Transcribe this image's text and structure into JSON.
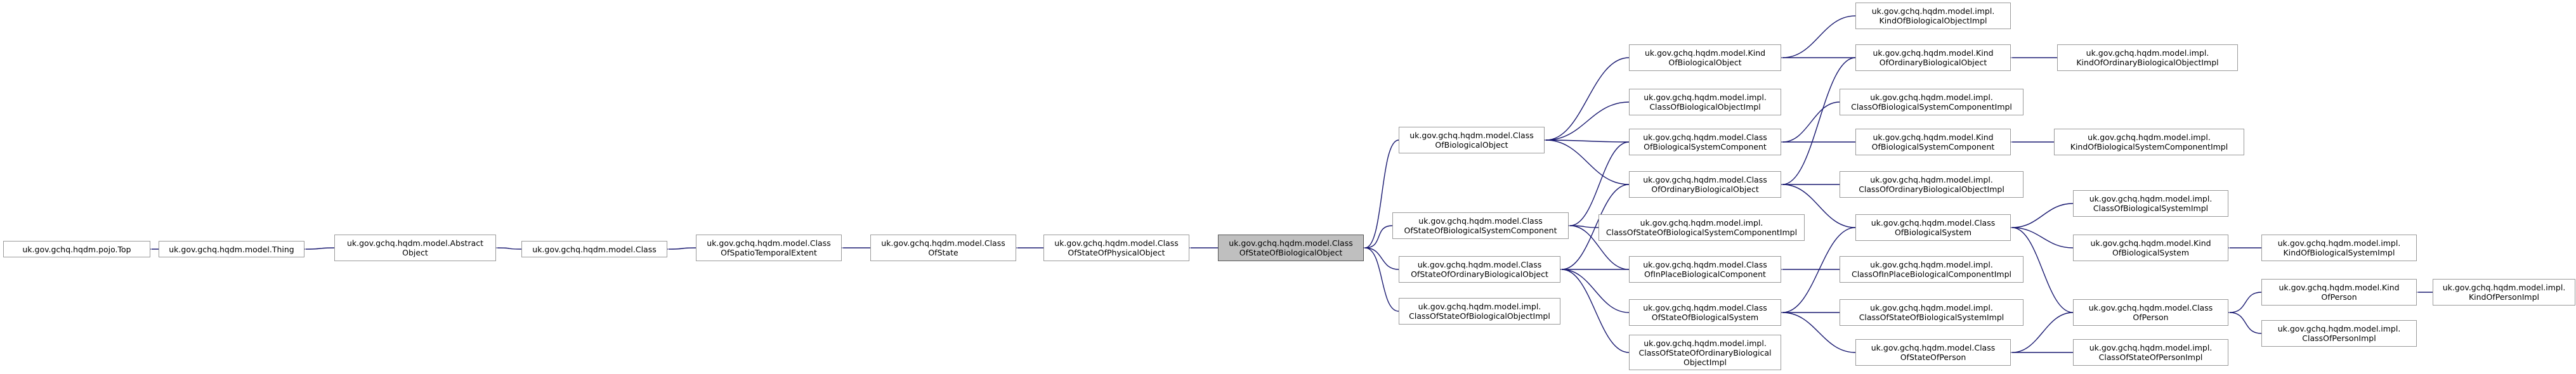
{
  "diagram": {
    "title": "",
    "colors": {
      "edge": "#191970",
      "node_border": "#9a9a9a",
      "current_fill": "#bfbfbf"
    },
    "nodes": [
      {
        "id": "top",
        "lines": [
          "uk.gov.gchq.hqdm.pojo.Top"
        ]
      },
      {
        "id": "thing",
        "lines": [
          "uk.gov.gchq.hqdm.model.Thing"
        ]
      },
      {
        "id": "abstractobject",
        "lines": [
          "uk.gov.gchq.hqdm.model.Abstract",
          "Object"
        ]
      },
      {
        "id": "class",
        "lines": [
          "uk.gov.gchq.hqdm.model.Class"
        ]
      },
      {
        "id": "cospatiotemporalextent",
        "lines": [
          "uk.gov.gchq.hqdm.model.Class",
          "OfSpatioTemporalExtent"
        ]
      },
      {
        "id": "cosstate",
        "lines": [
          "uk.gov.gchq.hqdm.model.Class",
          "OfState"
        ]
      },
      {
        "id": "cosphysicalobject",
        "lines": [
          "uk.gov.gchq.hqdm.model.Class",
          "OfStateOfPhysicalObject"
        ]
      },
      {
        "id": "cosbiologicalobject",
        "lines": [
          "uk.gov.gchq.hqdm.model.Class",
          "OfStateOfBiologicalObject"
        ],
        "current": true
      },
      {
        "id": "cobiologicalobject",
        "lines": [
          "uk.gov.gchq.hqdm.model.Class",
          "OfBiologicalObject"
        ]
      },
      {
        "id": "cosbiosyscomp",
        "lines": [
          "uk.gov.gchq.hqdm.model.Class",
          "OfStateOfBiologicalSystemComponent"
        ]
      },
      {
        "id": "cosordbioobj",
        "lines": [
          "uk.gov.gchq.hqdm.model.Class",
          "OfStateOfOrdinaryBiologicalObject"
        ]
      },
      {
        "id": "cosbioobjimpl",
        "lines": [
          "uk.gov.gchq.hqdm.model.impl.",
          "ClassOfStateOfBiologicalObjectImpl"
        ]
      },
      {
        "id": "kindbioobj",
        "lines": [
          "uk.gov.gchq.hqdm.model.Kind",
          "OfBiologicalObject"
        ]
      },
      {
        "id": "cobioobjimpl",
        "lines": [
          "uk.gov.gchq.hqdm.model.impl.",
          "ClassOfBiologicalObjectImpl"
        ]
      },
      {
        "id": "cobiosyscomp",
        "lines": [
          "uk.gov.gchq.hqdm.model.Class",
          "OfBiologicalSystemComponent"
        ]
      },
      {
        "id": "coordbioobj",
        "lines": [
          "uk.gov.gchq.hqdm.model.Class",
          "OfOrdinaryBiologicalObject"
        ]
      },
      {
        "id": "cosbiosyscompimpl",
        "lines": [
          "uk.gov.gchq.hqdm.model.impl.",
          "ClassOfStateOfBiologicalSystemComponentImpl"
        ]
      },
      {
        "id": "coinplacebiocomp",
        "lines": [
          "uk.gov.gchq.hqdm.model.Class",
          "OfInPlaceBiologicalComponent"
        ]
      },
      {
        "id": "cosbiosys",
        "lines": [
          "uk.gov.gchq.hqdm.model.Class",
          "OfStateOfBiologicalSystem"
        ]
      },
      {
        "id": "cosordbioobjimpl",
        "lines": [
          "uk.gov.gchq.hqdm.model.impl.",
          "ClassOfStateOfOrdinaryBiological",
          "ObjectImpl"
        ]
      },
      {
        "id": "kindbioobjimpl",
        "lines": [
          "uk.gov.gchq.hqdm.model.impl.",
          "KindOfBiologicalObjectImpl"
        ]
      },
      {
        "id": "kindordbioobj",
        "lines": [
          "uk.gov.gchq.hqdm.model.Kind",
          "OfOrdinaryBiologicalObject"
        ]
      },
      {
        "id": "cobiosyscompimpl",
        "lines": [
          "uk.gov.gchq.hqdm.model.impl.",
          "ClassOfBiologicalSystemComponentImpl"
        ]
      },
      {
        "id": "kindbiosyscomp",
        "lines": [
          "uk.gov.gchq.hqdm.model.Kind",
          "OfBiologicalSystemComponent"
        ]
      },
      {
        "id": "coordbioobjimpl",
        "lines": [
          "uk.gov.gchq.hqdm.model.impl.",
          "ClassOfOrdinaryBiologicalObjectImpl"
        ]
      },
      {
        "id": "cobiosys",
        "lines": [
          "uk.gov.gchq.hqdm.model.Class",
          "OfBiologicalSystem"
        ]
      },
      {
        "id": "coinplacebiocompimpl",
        "lines": [
          "uk.gov.gchq.hqdm.model.impl.",
          "ClassOfInPlaceBiologicalComponentImpl"
        ]
      },
      {
        "id": "cosbiosysimpl",
        "lines": [
          "uk.gov.gchq.hqdm.model.impl.",
          "ClassOfStateOfBiologicalSystemImpl"
        ]
      },
      {
        "id": "cosperson",
        "lines": [
          "uk.gov.gchq.hqdm.model.Class",
          "OfStateOfPerson"
        ]
      },
      {
        "id": "kindordbioobjimpl",
        "lines": [
          "uk.gov.gchq.hqdm.model.impl.",
          "KindOfOrdinaryBiologicalObjectImpl"
        ]
      },
      {
        "id": "kindbiosyscompimpl",
        "lines": [
          "uk.gov.gchq.hqdm.model.impl.",
          "KindOfBiologicalSystemComponentImpl"
        ]
      },
      {
        "id": "cobiosysimpl",
        "lines": [
          "uk.gov.gchq.hqdm.model.impl.",
          "ClassOfBiologicalSystemImpl"
        ]
      },
      {
        "id": "kindbiosys",
        "lines": [
          "uk.gov.gchq.hqdm.model.Kind",
          "OfBiologicalSystem"
        ]
      },
      {
        "id": "coperson",
        "lines": [
          "uk.gov.gchq.hqdm.model.Class",
          "OfPerson"
        ]
      },
      {
        "id": "cospersonimpl",
        "lines": [
          "uk.gov.gchq.hqdm.model.impl.",
          "ClassOfStateOfPersonImpl"
        ]
      },
      {
        "id": "kindbiosysimpl",
        "lines": [
          "uk.gov.gchq.hqdm.model.impl.",
          "KindOfBiologicalSystemImpl"
        ]
      },
      {
        "id": "kindperson",
        "lines": [
          "uk.gov.gchq.hqdm.model.Kind",
          "OfPerson"
        ]
      },
      {
        "id": "copersonimpl",
        "lines": [
          "uk.gov.gchq.hqdm.model.impl.",
          "ClassOfPersonImpl"
        ]
      },
      {
        "id": "kindpersonimpl",
        "lines": [
          "uk.gov.gchq.hqdm.model.impl.",
          "KindOfPersonImpl"
        ]
      }
    ],
    "edges": [
      [
        "thing",
        "top"
      ],
      [
        "abstractobject",
        "thing"
      ],
      [
        "class",
        "abstractobject"
      ],
      [
        "cospatiotemporalextent",
        "class"
      ],
      [
        "cosstate",
        "cospatiotemporalextent"
      ],
      [
        "cosphysicalobject",
        "cosstate"
      ],
      [
        "cosbiologicalobject",
        "cosphysicalobject"
      ],
      [
        "cobiologicalobject",
        "cosbiologicalobject"
      ],
      [
        "cosbiosyscomp",
        "cosbiologicalobject"
      ],
      [
        "cosordbioobj",
        "cosbiologicalobject"
      ],
      [
        "cosbioobjimpl",
        "cosbiologicalobject"
      ],
      [
        "kindbioobj",
        "cobiologicalobject"
      ],
      [
        "cobioobjimpl",
        "cobiologicalobject"
      ],
      [
        "cobiosyscomp",
        "cobiologicalobject"
      ],
      [
        "coordbioobj",
        "cobiologicalobject"
      ],
      [
        "cobiosyscomp",
        "cosbiosyscomp"
      ],
      [
        "cosbiosyscompimpl",
        "cosbiosyscomp"
      ],
      [
        "coinplacebiocomp",
        "cosbiosyscomp"
      ],
      [
        "coordbioobj",
        "cosordbioobj"
      ],
      [
        "cosbiosys",
        "cosordbioobj"
      ],
      [
        "cosordbioobjimpl",
        "cosordbioobj"
      ],
      [
        "coinplacebiocomp",
        "cosordbioobj"
      ],
      [
        "kindbioobjimpl",
        "kindbioobj"
      ],
      [
        "kindordbioobj",
        "kindbioobj"
      ],
      [
        "kindordbioobj",
        "coordbioobj"
      ],
      [
        "kindbiosyscomp",
        "cobiosyscomp"
      ],
      [
        "cobiosyscompimpl",
        "cobiosyscomp"
      ],
      [
        "coordbioobjimpl",
        "coordbioobj"
      ],
      [
        "cobiosys",
        "coordbioobj"
      ],
      [
        "coinplacebiocompimpl",
        "coinplacebiocomp"
      ],
      [
        "cobiosys",
        "cosbiosys"
      ],
      [
        "cosbiosysimpl",
        "cosbiosys"
      ],
      [
        "cosperson",
        "cosbiosys"
      ],
      [
        "kindordbioobjimpl",
        "kindordbioobj"
      ],
      [
        "kindbiosyscompimpl",
        "kindbiosyscomp"
      ],
      [
        "cobiosysimpl",
        "cobiosys"
      ],
      [
        "kindbiosys",
        "cobiosys"
      ],
      [
        "coperson",
        "cobiosys"
      ],
      [
        "coperson",
        "cosperson"
      ],
      [
        "cospersonimpl",
        "cosperson"
      ],
      [
        "kindbiosysimpl",
        "kindbiosys"
      ],
      [
        "kindperson",
        "coperson"
      ],
      [
        "copersonimpl",
        "coperson"
      ],
      [
        "kindpersonimpl",
        "kindperson"
      ]
    ]
  }
}
